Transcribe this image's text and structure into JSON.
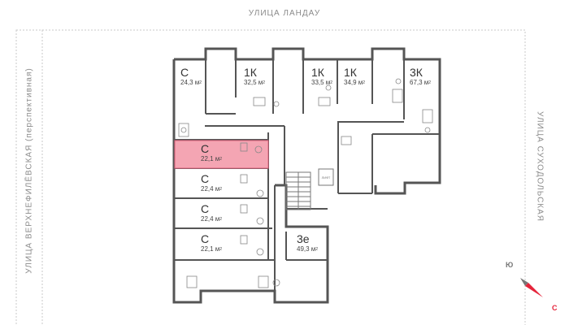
{
  "streets": {
    "top": "УЛИЦА ЛАНДАУ",
    "left": "УЛИЦА ВЕРХНЕФИЛЁВСКАЯ (перспективная)",
    "right": "УЛИЦА СУХОДОЛЬСКАЯ"
  },
  "apartments": [
    {
      "type": "С",
      "area": "24,3 м",
      "selected": false
    },
    {
      "type": "1К",
      "area": "32,5 м",
      "selected": false
    },
    {
      "type": "1К",
      "area": "33,5 м",
      "selected": false
    },
    {
      "type": "1К",
      "area": "34,9 м",
      "selected": false
    },
    {
      "type": "3К",
      "area": "67,3 м",
      "selected": false
    },
    {
      "type": "С",
      "area": "22,1 м",
      "selected": true
    },
    {
      "type": "С",
      "area": "22,4 м",
      "selected": false
    },
    {
      "type": "С",
      "area": "22,4 м",
      "selected": false
    },
    {
      "type": "С",
      "area": "22,1 м",
      "selected": false
    },
    {
      "type": "3е",
      "area": "49,3 м",
      "selected": false
    }
  ],
  "area_unit_power": "2",
  "lift_label": "ЛИФТ",
  "compass": {
    "north": "С",
    "south": "Ю"
  },
  "colors": {
    "selected_fill": "#f4a5b3",
    "selected_stroke": "#e0607a",
    "wall": "#555555",
    "compass_red": "#e5243b"
  }
}
